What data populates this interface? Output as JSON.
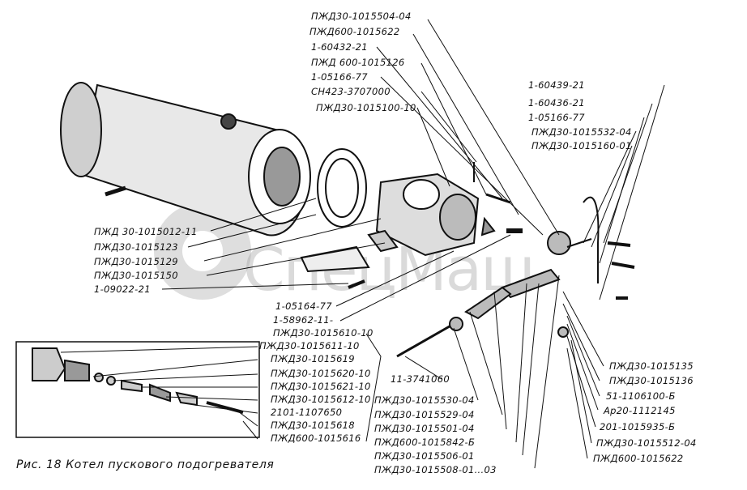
{
  "top_labels": [
    "ПЖД30-1015504-04",
    "ПЖД600-1015622",
    "1-60432-21",
    "ПЖД 600-1015126",
    "1-05166-77",
    "СН423-3707000",
    "ПЖД30-1015100-10"
  ],
  "right_top_labels": [
    "1-60439-21",
    "1-60436-21",
    "1-05166-77",
    "ПЖД30-1015532-04",
    "ПЖД30-1015160-01"
  ],
  "left_labels": [
    "ПЖД 30-1015012-11",
    "ПЖД30-1015123",
    "ПЖД30-1015129",
    "ПЖД30-1015150",
    "1-09022-21"
  ],
  "center_labels": [
    "1-05164-77",
    "1-58962-11-",
    "ПЖД30-1015610-10"
  ],
  "inset_labels": [
    "ПЖД30-1015611-10",
    "ПЖД30-1015619",
    "ПЖД30-1015620-10",
    "ПЖД30-1015621-10",
    "ПЖД30-1015612-10",
    "2101-1107650",
    "ПЖД30-1015618",
    "ПЖД600-1015616"
  ],
  "bottom_center_labels": [
    "11-3741060",
    "ПЖД30-1015530-04",
    "ПЖД30-1015529-04",
    "ПЖД30-1015501-04",
    "ПЖД600-1015842-Б",
    "ПЖД30-1015506-01",
    "ПЖД30-1015508-01...03"
  ],
  "bottom_right_labels": [
    "ПЖД30-1015135",
    "ПЖД30-1015136",
    "51-1106100-Б",
    "Ар20-1112145",
    "201-1015935-Б",
    "ПЖД30-1015512-04",
    "ПЖД600-1015622"
  ],
  "caption": "Рис. 18 Котел пускового подогревателя",
  "watermark": "СпецМаш"
}
